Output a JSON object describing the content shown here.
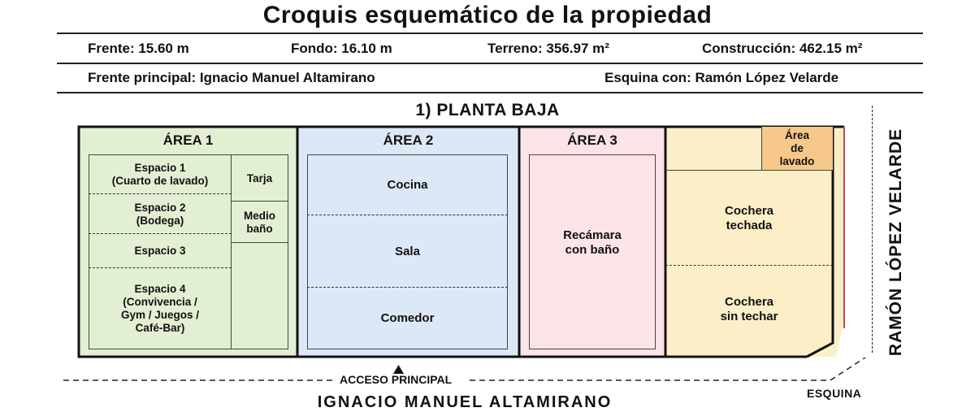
{
  "title": "Croquis esquemático de la propiedad",
  "info": {
    "frente": "Frente: 15.60 m",
    "fondo": "Fondo: 16.10 m",
    "terreno": "Terreno: 356.97 m²",
    "construccion": "Construcción: 462.15 m²",
    "frente_principal": "Frente principal: Ignacio Manuel Altamirano",
    "esquina_con": "Esquina con: Ramón López Velarde"
  },
  "plan_title": "1) PLANTA BAJA",
  "colors": {
    "area1": "#e3efd3",
    "area2": "#dce8f6",
    "area3": "#fbe3e8",
    "garage": "#fcefc8",
    "lavado": "#f6c98a"
  },
  "areas": {
    "area1": {
      "title": "ÁREA 1",
      "espacio1": "Espacio 1\n(Cuarto de lavado)",
      "espacio2": "Espacio 2\n(Bodega)",
      "espacio3": "Espacio 3",
      "espacio4": "Espacio 4\n(Convivencia /\nGym / Juegos /\nCafé-Bar)",
      "tarja": "Tarja",
      "medio_bano": "Medio\nbaño"
    },
    "area2": {
      "title": "ÁREA 2",
      "cocina": "Cocina",
      "sala": "Sala",
      "comedor": "Comedor"
    },
    "area3": {
      "title": "ÁREA 3",
      "recamara": "Recámara\ncon baño"
    },
    "garage": {
      "area_lavado": "Área\nde\nlavado",
      "cochera_techada": "Cochera\ntechada",
      "cochera_sin_techar": "Cochera\nsin techar"
    }
  },
  "labels": {
    "acceso": "ACCESO PRINCIPAL",
    "street_front": "IGNACIO MANUEL ALTAMIRANO",
    "street_side": "RAMÓN LÓPEZ VELARDE",
    "esquina": "ESQUINA"
  }
}
